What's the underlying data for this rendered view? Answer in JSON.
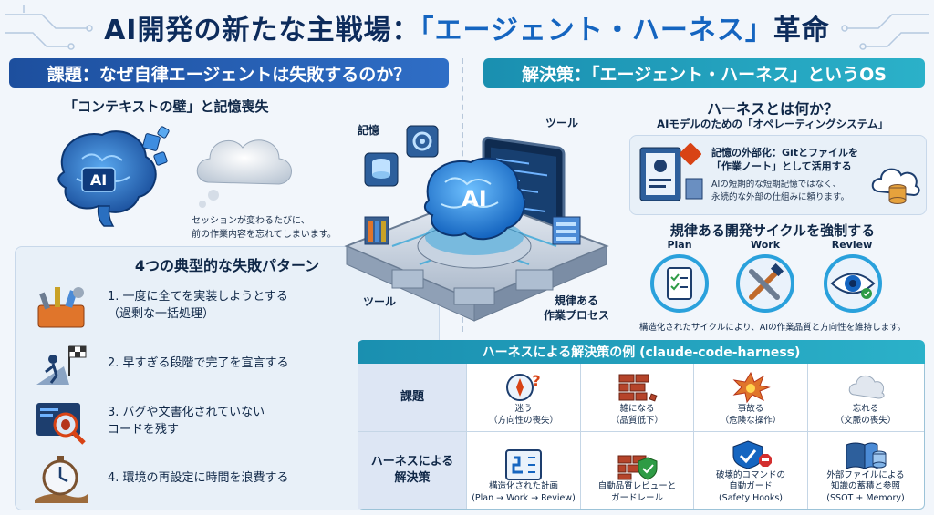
{
  "title": {
    "main": "AI開発の新たな主戦場：",
    "highlight": "「エージェント・ハーネス」",
    "tail": "革命"
  },
  "left": {
    "header": "課題：なぜ自律エージェントは失敗するのか？",
    "wall_title": "「コンテキストの壁」と記憶喪失",
    "brain_label": "AI",
    "session_note_1": "セッションが変わるたびに、",
    "session_note_2": "前の作業内容を忘れてしまいます。",
    "patterns_title": "4つの典型的な失敗パターン",
    "patterns": [
      {
        "l1": "1. 一度に全てを実装しようとする",
        "l2": "（過剰な一括処理）"
      },
      {
        "l1": "2. 早すぎる段階で完了を宣言する",
        "l2": ""
      },
      {
        "l1": "3. バグや文書化されていない",
        "l2": "コードを残す"
      },
      {
        "l1": "4. 環境の再設定に時間を浪費する",
        "l2": ""
      }
    ]
  },
  "center": {
    "memory": "記憶",
    "tool_top": "ツール",
    "tool_bottom": "ツール",
    "rules_1": "規律ある",
    "rules_2": "作業プロセス",
    "core_label": "AI"
  },
  "right": {
    "header": "解決策：「エージェント・ハーネス」というOS",
    "what_title": "ハーネスとは何か？",
    "what_sub": "AIモデルのための「オペレーティングシステム」",
    "ext_1": "記憶の外部化：Gitとファイルを",
    "ext_2": "「作業ノート」として活用する",
    "ext_3": "AIの短期的な短期記憶ではなく、",
    "ext_4": "永続的な外部の仕組みに頼ります。",
    "cycle_title": "規律ある開発サイクルを強制する",
    "cycle": [
      "Plan",
      "Work",
      "Review"
    ],
    "cycle_note": "構造化されたサイクルにより、AIの作業品質と方向性を維持します。"
  },
  "table": {
    "title": "ハーネスによる解決策の例 (claude-code-harness)",
    "row1_label": "課題",
    "row2_label_1": "ハーネスによる",
    "row2_label_2": "解決策",
    "problems": [
      {
        "l1": "迷う",
        "l2": "（方向性の喪失）"
      },
      {
        "l1": "雑になる",
        "l2": "（品質低下）"
      },
      {
        "l1": "事故る",
        "l2": "（危険な操作）"
      },
      {
        "l1": "忘れる",
        "l2": "（文脈の喪失）"
      }
    ],
    "solutions": [
      {
        "l1": "構造化された計画",
        "l2": "(Plan → Work → Review)",
        "l3": ""
      },
      {
        "l1": "自動品質レビューと",
        "l2": "ガードレール",
        "l3": ""
      },
      {
        "l1": "破壊的コマンドの",
        "l2": "自動ガード",
        "l3": "(Safety Hooks)"
      },
      {
        "l1": "外部ファイルによる",
        "l2": "知識の蓄積と参照",
        "l3": "(SSOT + Memory)"
      }
    ]
  },
  "colors": {
    "navy": "#0d2c5c",
    "blue": "#1565c0",
    "teal": "#1a8fb0",
    "red": "#d84315"
  }
}
